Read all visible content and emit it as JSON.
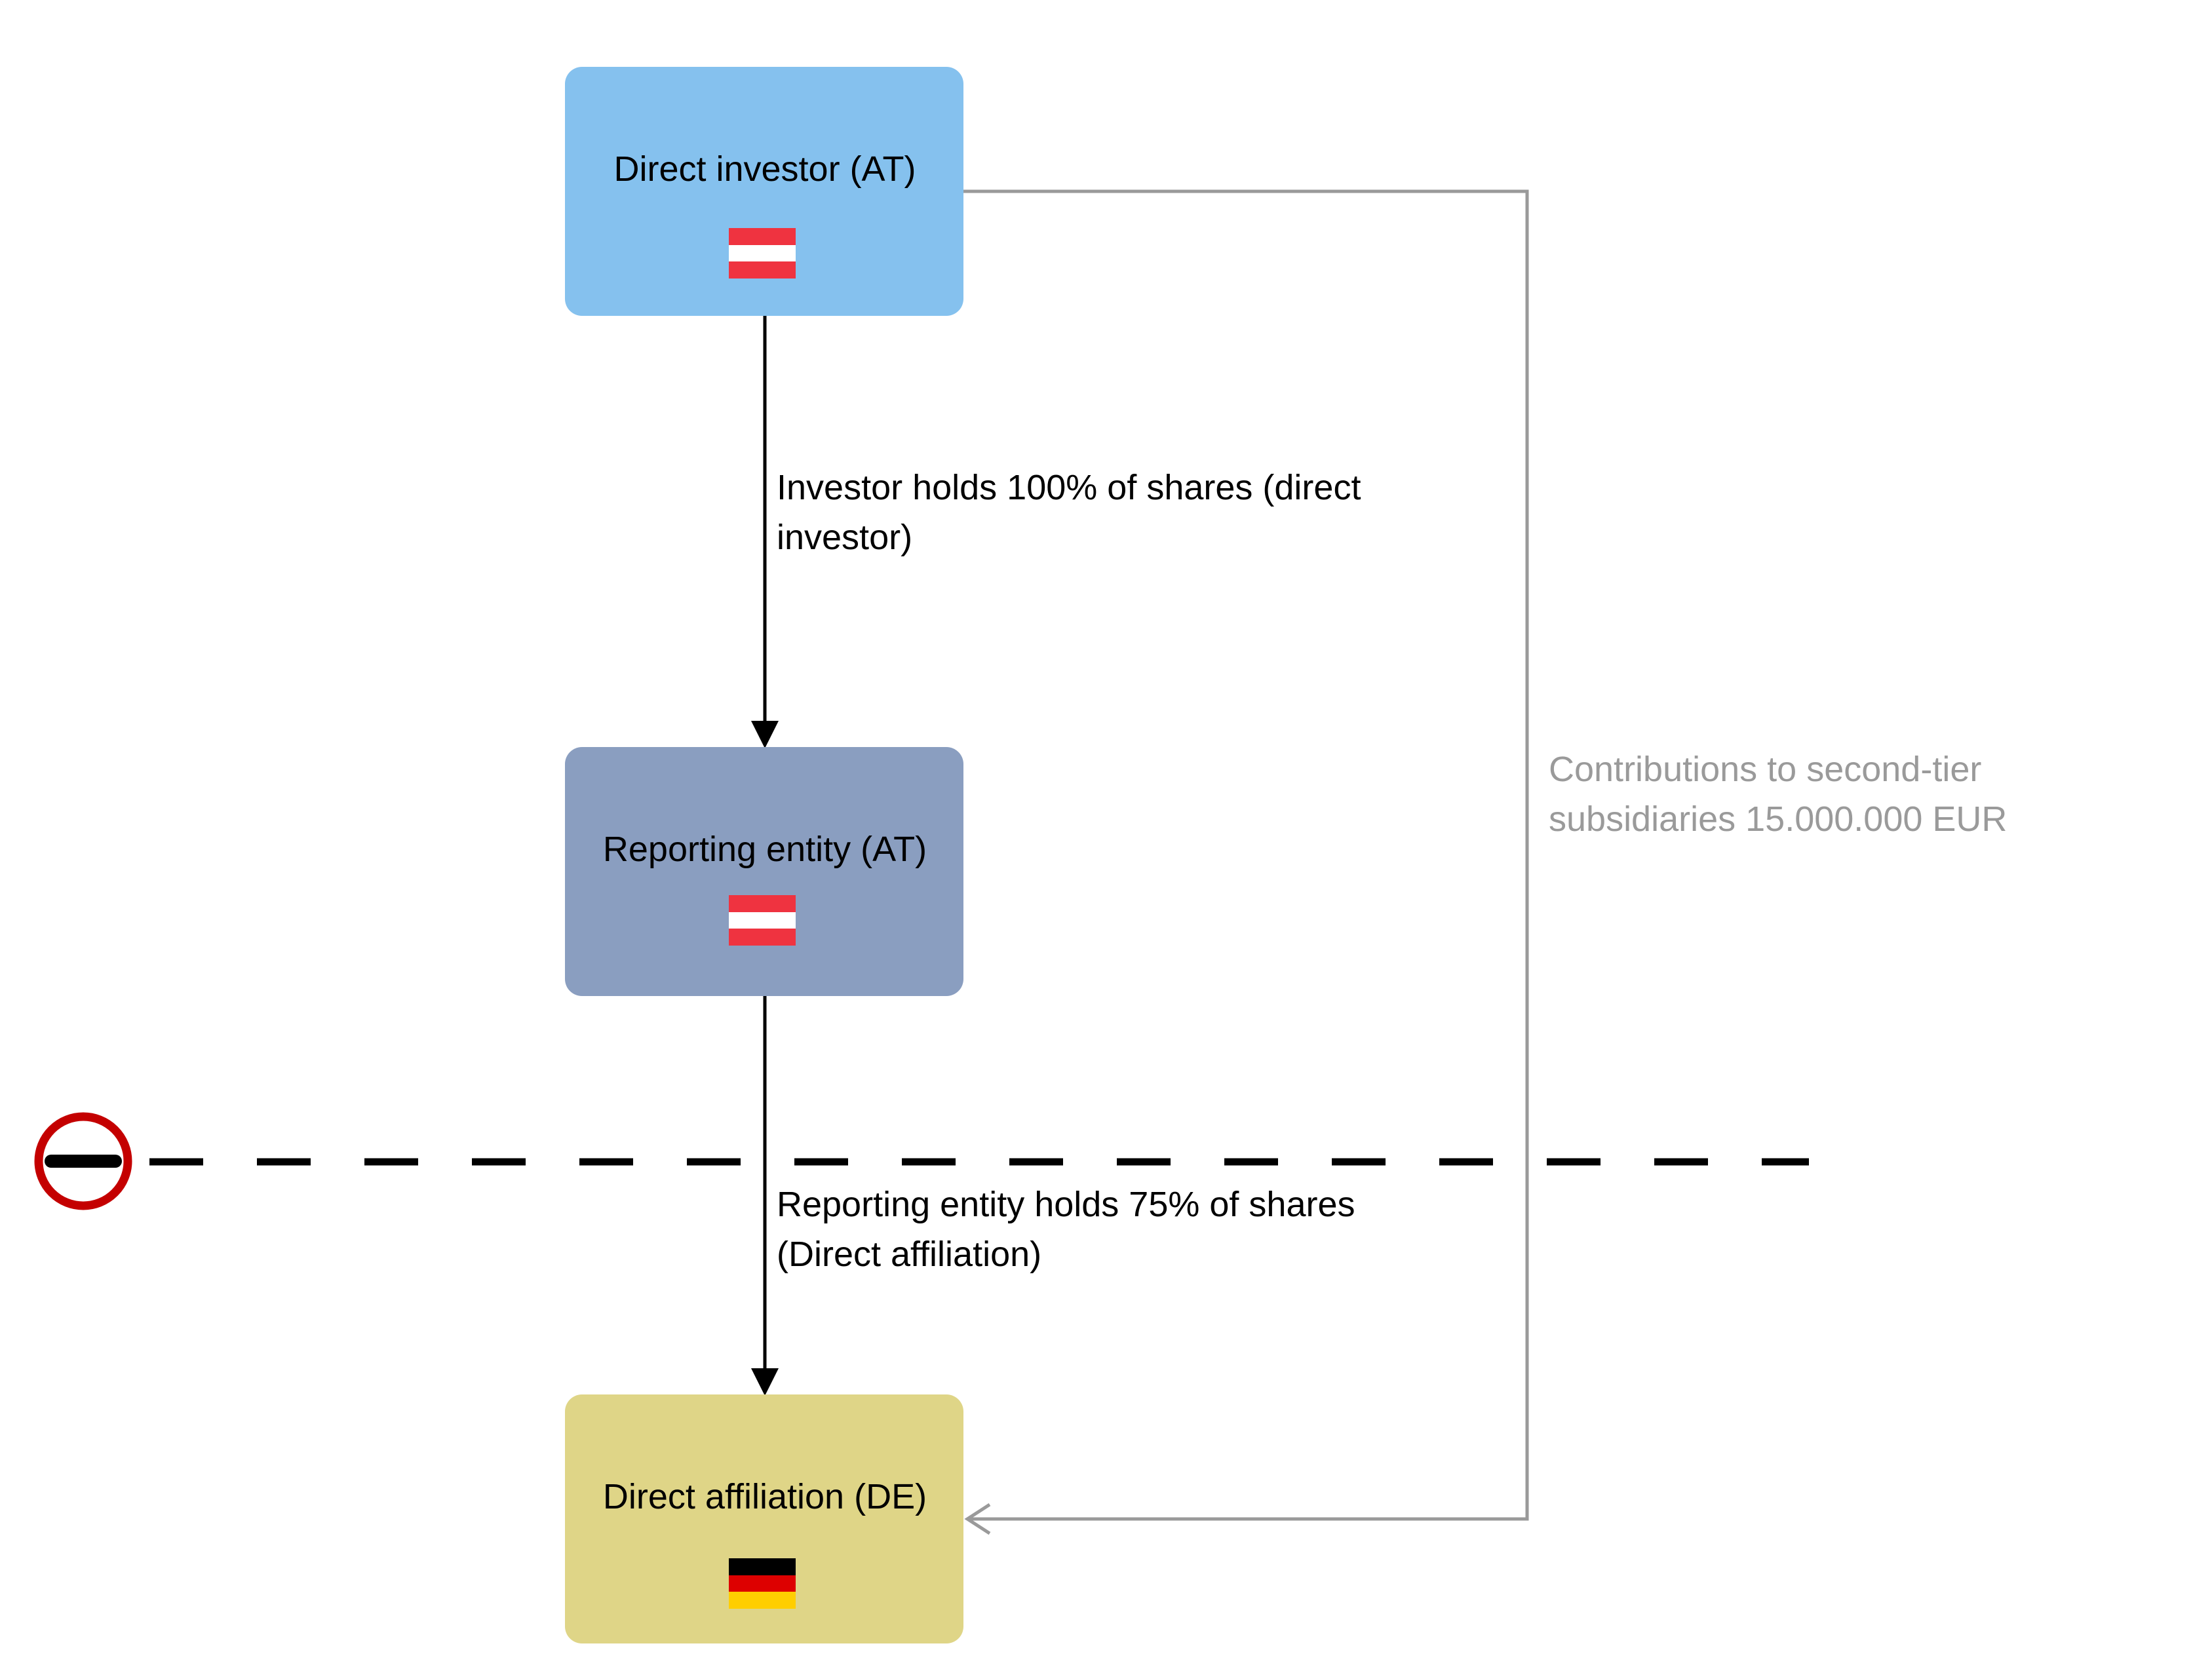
{
  "nodes": {
    "direct_investor": {
      "label": "Direct investor (AT)",
      "flag": "austria-flag-icon",
      "fill": "#85c1ee"
    },
    "reporting_entity": {
      "label": "Reporting entity (AT)",
      "flag": "austria-flag-icon",
      "fill": "#8a9ec0"
    },
    "direct_affiliation": {
      "label": "Direct affiliation (DE)",
      "flag": "germany-flag-icon",
      "fill": "#dfd587"
    }
  },
  "edges": {
    "investor_to_reporting": {
      "label_line1": "Investor holds 100% of shares (direct",
      "label_line2": "investor)"
    },
    "reporting_to_affiliation": {
      "label_line1": "Reporting entity holds 75% of shares",
      "label_line2": "(Direct affiliation)"
    },
    "contributions": {
      "label_line1": "Contributions to second-tier",
      "label_line2": "subsidiaries 15.000.000 EUR",
      "color": "#9a9a9a"
    }
  },
  "border_marker": {
    "icon": "no-entry-icon",
    "color": "#c40000"
  },
  "flag_colors": {
    "austria": [
      "#ef3340",
      "#ffffff",
      "#ef3340"
    ],
    "germany": [
      "#000000",
      "#dd0000",
      "#ffce00"
    ]
  }
}
